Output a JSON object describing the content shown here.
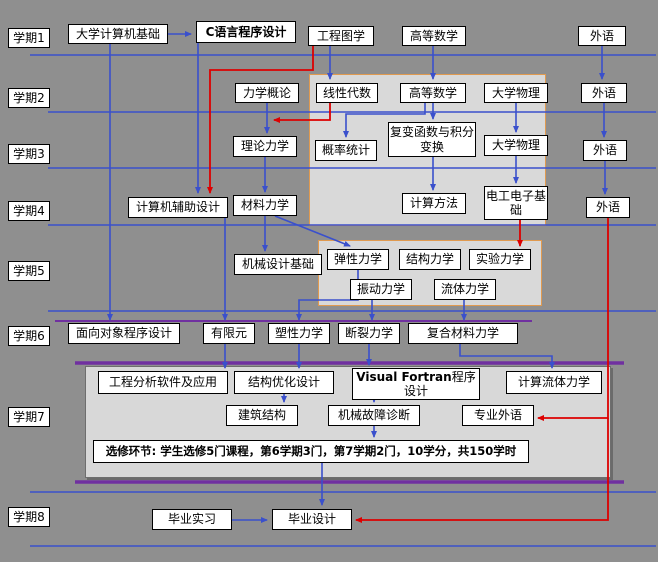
{
  "semesters": [
    "学期1",
    "学期2",
    "学期3",
    "学期4",
    "学期5",
    "学期6",
    "学期7",
    "学期8"
  ],
  "courses": {
    "computer_basics": "大学计算机基础",
    "c_programming": "C语言程序设计",
    "engineering_graphics": "工程图学",
    "advanced_math_1": "高等数学",
    "english_1": "外语",
    "mechanics_intro": "力学概论",
    "linear_algebra": "线性代数",
    "advanced_math_2": "高等数学",
    "college_physics_1": "大学物理",
    "english_2": "外语",
    "theoretical_mechanics": "理论力学",
    "probability_statistics": "概率统计",
    "complex_functions": "复变函数与积分变换",
    "college_physics_2": "大学物理",
    "english_3": "外语",
    "cad": "计算机辅助设计",
    "material_mechanics": "材料力学",
    "numerical_methods": "计算方法",
    "electrical_electronics": "电工电子基础",
    "english_4": "外语",
    "machine_design": "机械设计基础",
    "elasticity": "弹性力学",
    "structural_mechanics": "结构力学",
    "experimental_mechanics": "实验力学",
    "vibration_mechanics": "振动力学",
    "fluid_mechanics": "流体力学",
    "oop": "面向对象程序设计",
    "finite_element": "有限元",
    "plasticity": "塑性力学",
    "fracture_mechanics": "断裂力学",
    "composite_mechanics": "复合材料力学",
    "engineering_software": "工程分析软件及应用",
    "structural_optimization": "结构优化设计",
    "visual_fortran_en": "Visual Fortran",
    "visual_fortran_cn": "程序设计",
    "cfd": "计算流体力学",
    "building_structure": "建筑结构",
    "fault_diagnosis": "机械故障诊断",
    "professional_english": "专业外语",
    "internship": "毕业实习",
    "graduation_project": "毕业设计"
  },
  "notes": {
    "elective": "选修环节: 学生选修5门课程，第6学期3门，第7学期2门，10学分，共150学时"
  },
  "colors": {
    "background": "#8f8f8f",
    "box_background": "#ffffff",
    "box_border": "#000000",
    "blue_line": "#3a50cc",
    "purple_line": "#7030a0",
    "red_arrow": "#dd0000",
    "panel_background": "#d9d9d9",
    "panel_border_orange": "#e09a50"
  }
}
